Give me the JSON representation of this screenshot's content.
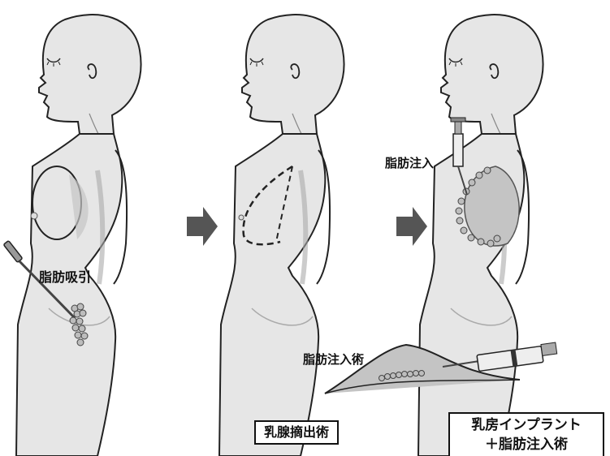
{
  "labels": {
    "liposuction": "脂肪吸引",
    "fat_injection": "脂肪注入",
    "fat_injection_surgery": "脂肪注入術",
    "mastectomy": "乳腺摘出術",
    "implant_line1": "乳房インプラント",
    "implant_line2": "＋脂肪注入術"
  },
  "colors": {
    "skin": "#e6e6e6",
    "shade": "#c4c4c4",
    "outline": "#222222",
    "arrow": "#555555",
    "fat": "#bdbdbd"
  }
}
